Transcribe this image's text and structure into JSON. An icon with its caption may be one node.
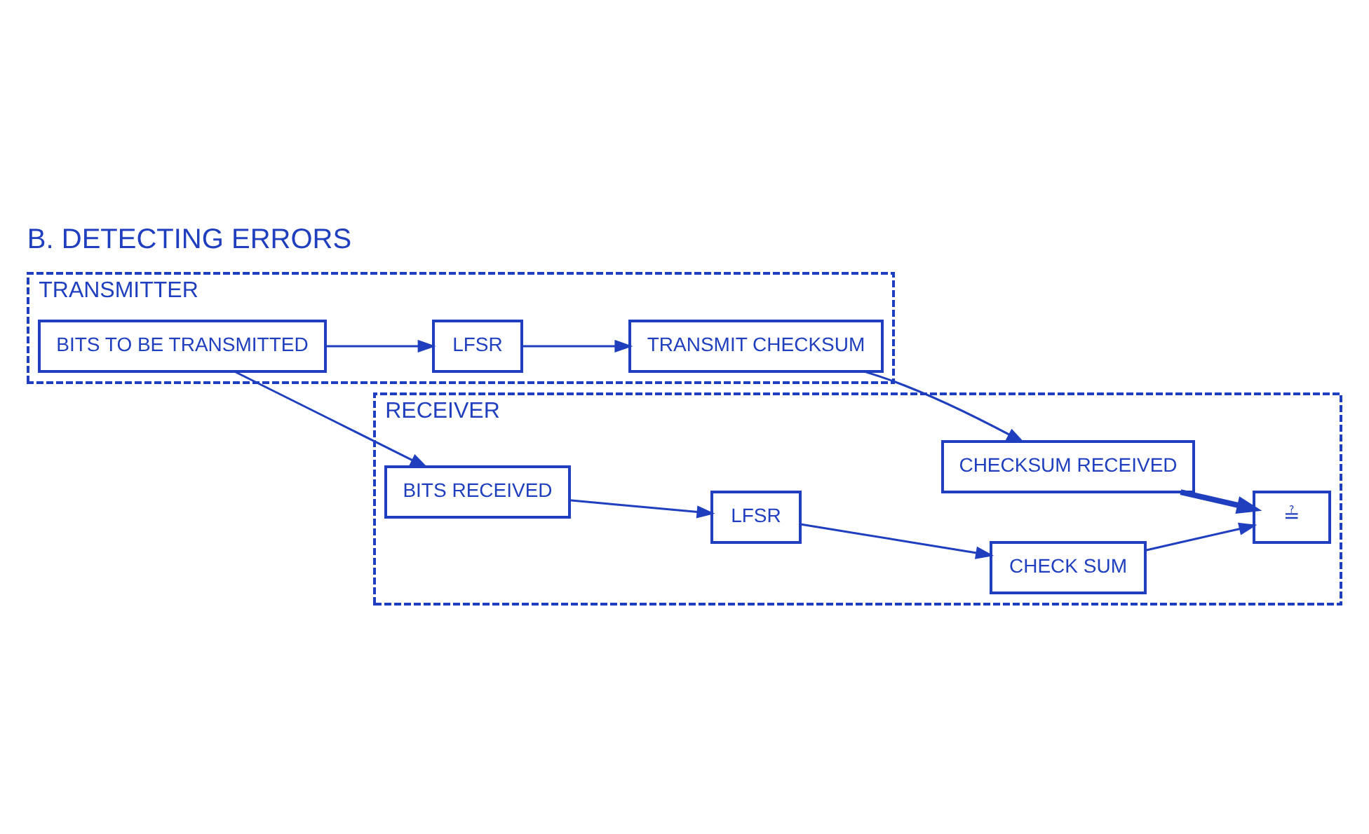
{
  "diagram": {
    "title": "B. DETECTING ERRORS",
    "nodes": [
      {
        "text": [
          "TRANSMITTER"
        ]
      },
      {
        "text": [
          "BITS TO BE TRANSMITTED"
        ],
        "in": 0
      },
      {
        "text": [
          "LFSR"
        ],
        "in": 0
      },
      {
        "text": [
          "TRANSMIT CHECKSUM"
        ],
        "in": 0
      },
      {
        "text": [
          "RECEIVER"
        ]
      },
      {
        "text": [
          "BITS RECEIVED"
        ],
        "in": 4
      },
      {
        "text": [
          "LFSR"
        ],
        "in": 4
      },
      {
        "text": [
          "CHECK SUM"
        ],
        "in": 4
      },
      {
        "text": [
          "≟"
        ],
        "in": 4
      },
      {
        "text": [
          "CHECKSUM RECEIVED"
        ],
        "in": 4
      }
    ],
    "edges": [
      {
        "from": 1,
        "to": 5,
        "arrow": "to"
      },
      {
        "from": 1,
        "to": 2,
        "arrow": "to"
      },
      {
        "from": 2,
        "to": 3,
        "arrow": "to"
      },
      {
        "from": 3,
        "to": 9,
        "arrow": "to"
      },
      {
        "from": 5,
        "to": 6,
        "arrow": "to"
      },
      {
        "from": 6,
        "to": 7,
        "arrow": "to"
      },
      {
        "from": 7,
        "to": 8,
        "arrow": "to"
      },
      {
        "from": 9,
        "to": 8,
        "arrow": "to",
        "style": "thick"
      }
    ]
  }
}
